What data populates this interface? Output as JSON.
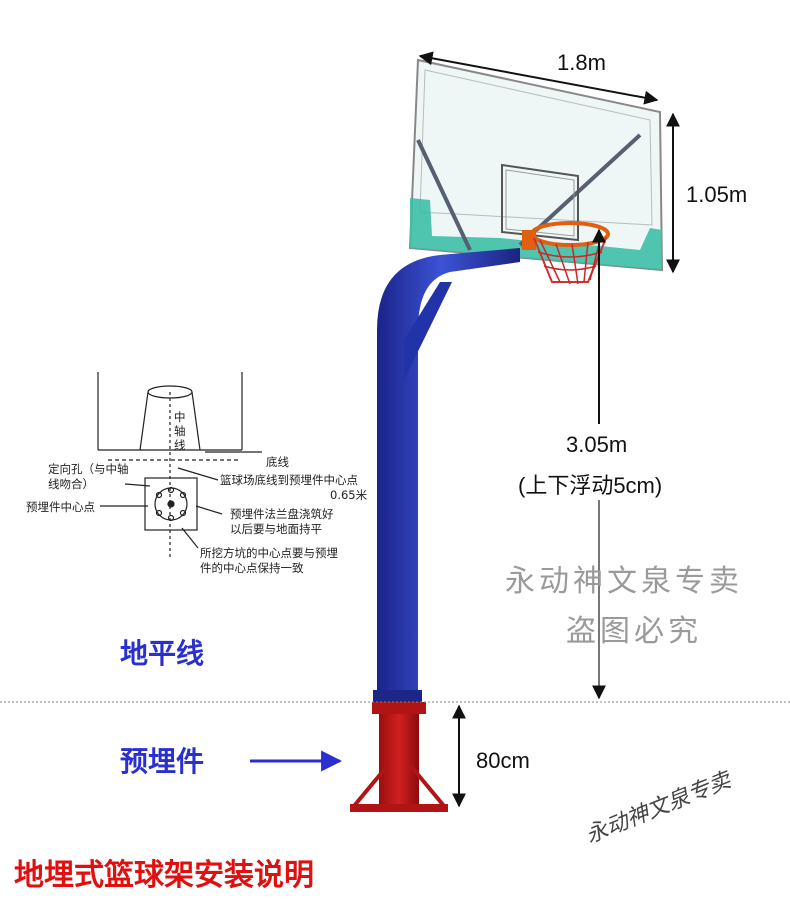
{
  "dimensions": {
    "width": "1.8m",
    "height": "1.05m",
    "rim_height": "3.05m",
    "rim_note": "(上下浮动5cm)",
    "embed_depth": "80cm"
  },
  "labels": {
    "ground_line": "地平线",
    "embedded_part": "预埋件",
    "title": "地埋式篮球架安装说明"
  },
  "inset": {
    "center_axis": "中轴线",
    "baseline": "底线",
    "positioning_hole": [
      "定向孔（与中轴",
      "线吻合）"
    ],
    "court_to_embed": [
      "篮球场底线到预埋件中心点",
      "0.65米"
    ],
    "embed_center": "预埋件中心点",
    "flange_note": [
      "预埋件法兰盘浇筑好",
      "以后要与地面持平"
    ],
    "pit_note": [
      "所挖方坑的中心点要与预埋",
      "件的中心点保持一致"
    ]
  },
  "watermark": {
    "line1": "永动神文泉专卖",
    "line2": "盗图必究",
    "corner": "永动神文泉专卖"
  },
  "colors": {
    "pole": "#2233aa",
    "pole_highlight": "#3c52d6",
    "embed": "#c41818",
    "backboard_frame": "#3dbfa6",
    "label_blue": "#2a2fd0",
    "title_red": "#e01010"
  }
}
